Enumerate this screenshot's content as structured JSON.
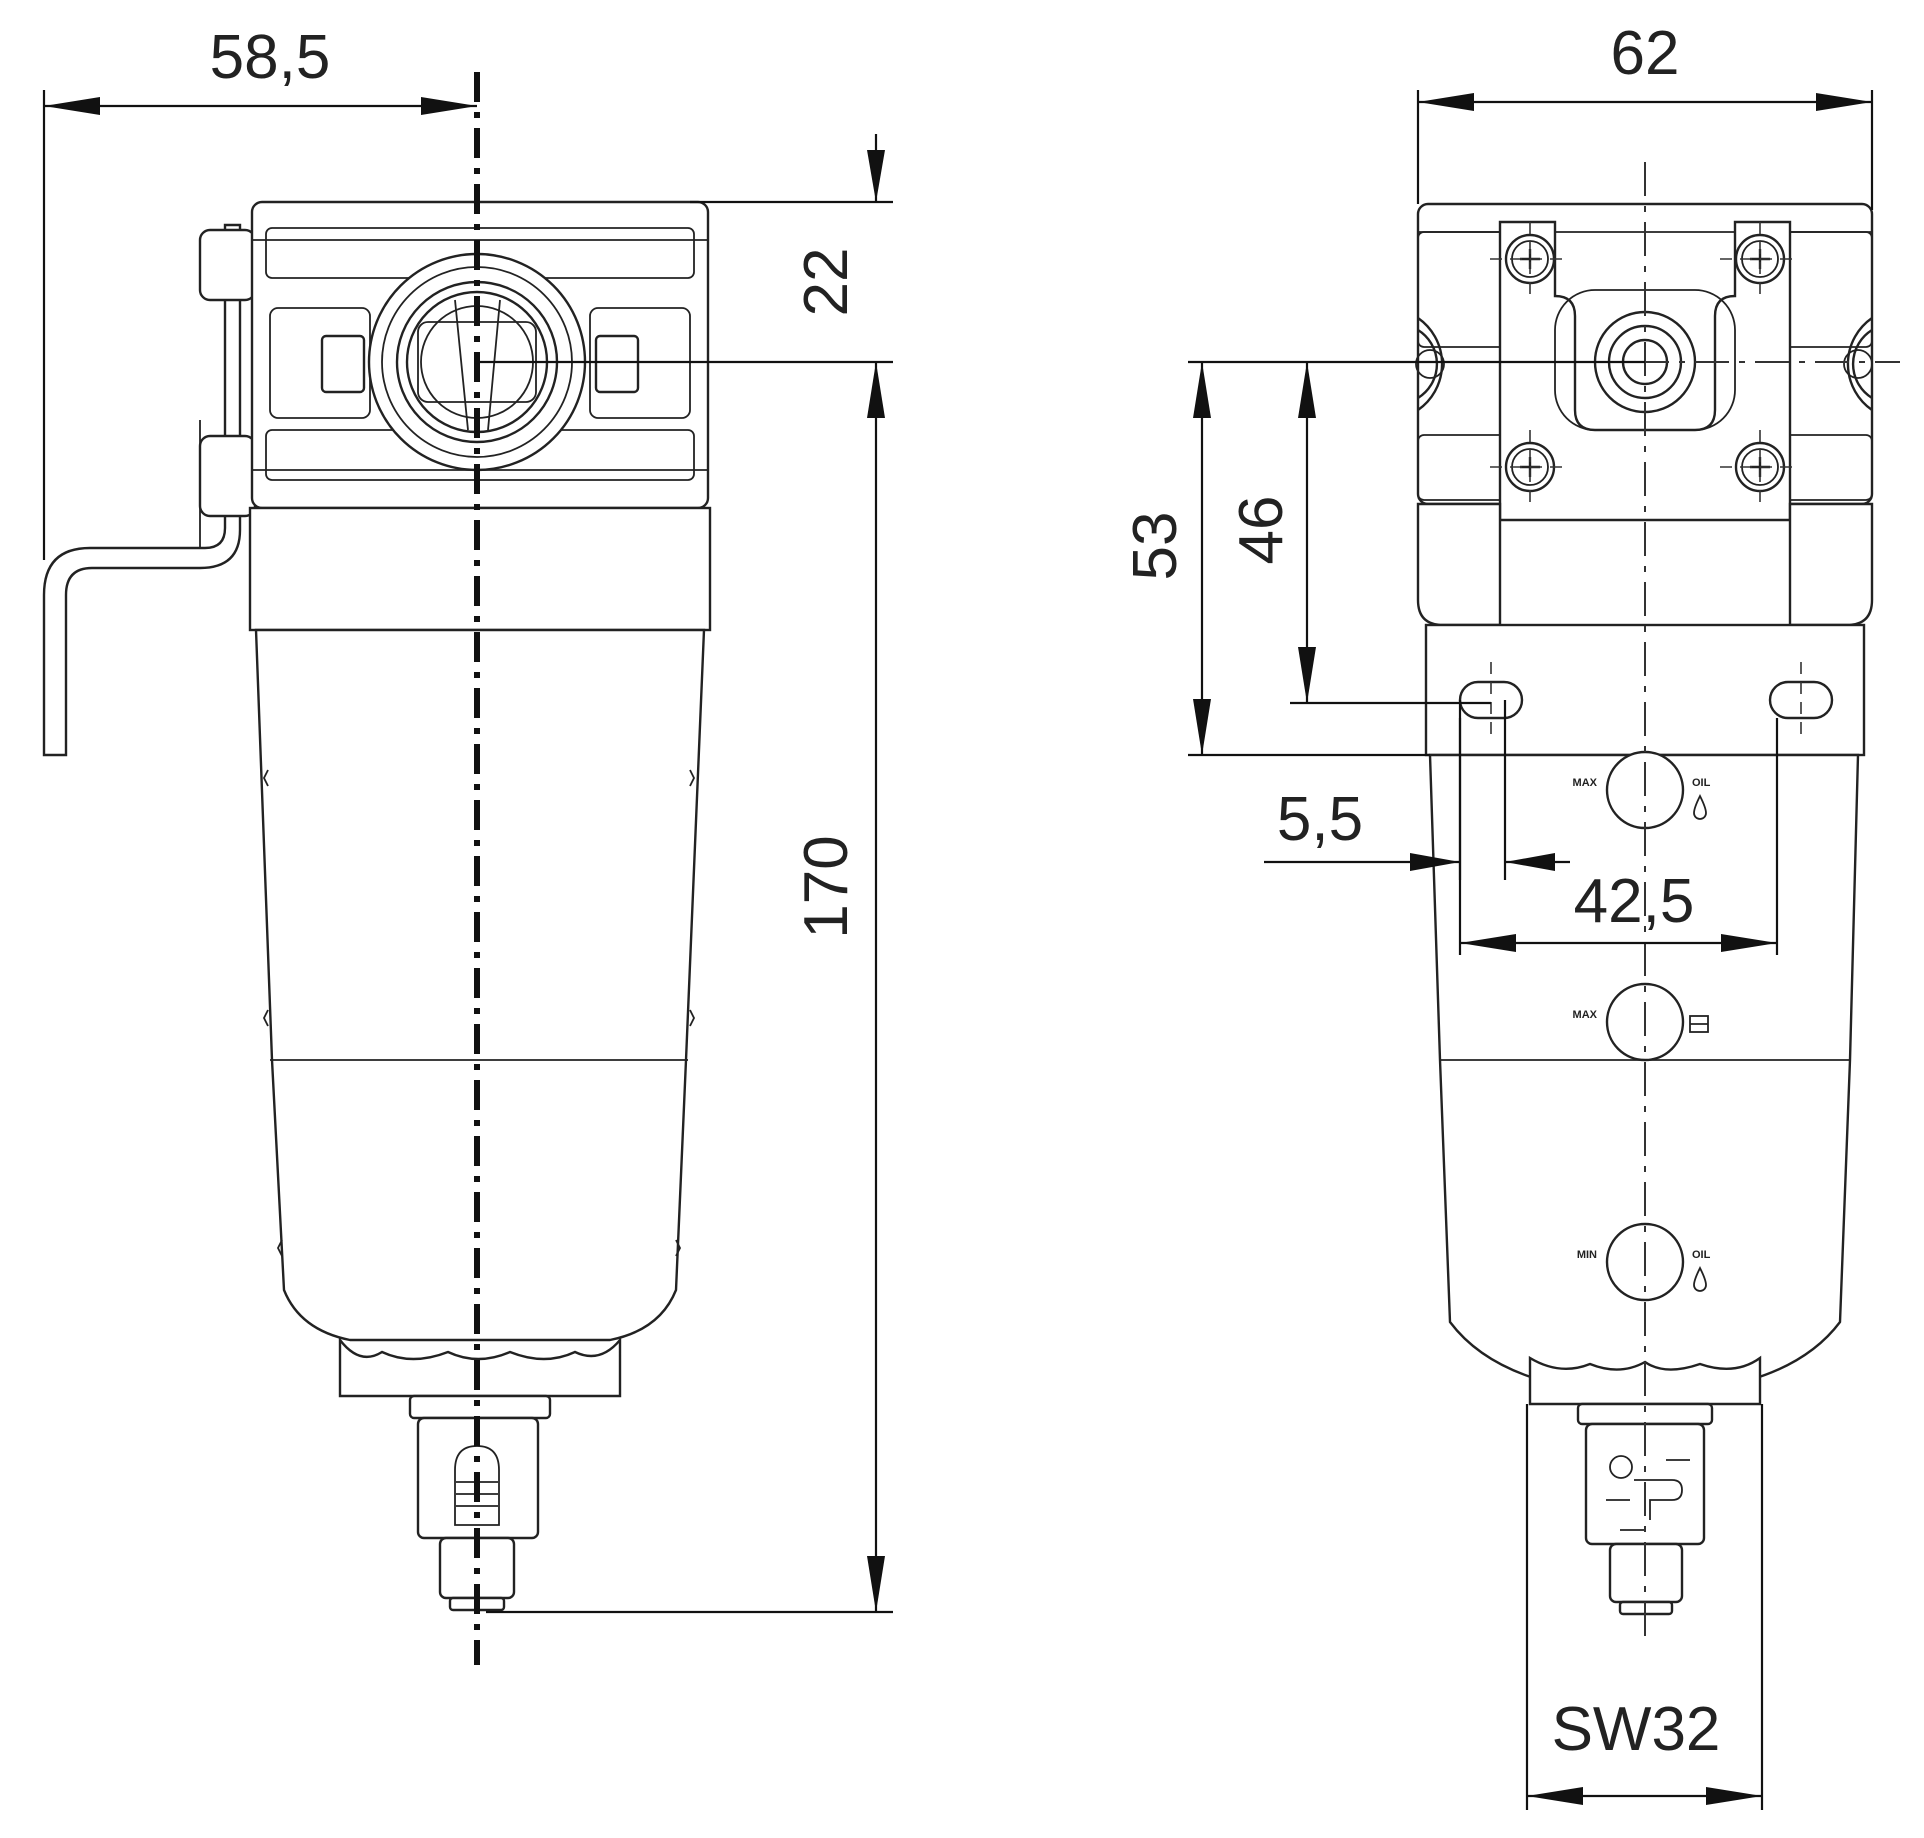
{
  "side_view": {
    "dim_width_to_axis": "58,5",
    "dim_top_to_port": "22",
    "dim_total_height": "170"
  },
  "front_view": {
    "dim_width": "62",
    "dim_port_to_slot_lower": "53",
    "dim_port_to_slot_center": "46",
    "dim_slot_width": "5,5",
    "dim_slot_spacing": "42,5",
    "dim_wrench_size": "SW32",
    "gauge_labels": [
      {
        "left": "MAX",
        "right": "OIL"
      },
      {
        "left": "MAX",
        "right": ""
      },
      {
        "left": "MIN",
        "right": "OIL"
      }
    ]
  }
}
